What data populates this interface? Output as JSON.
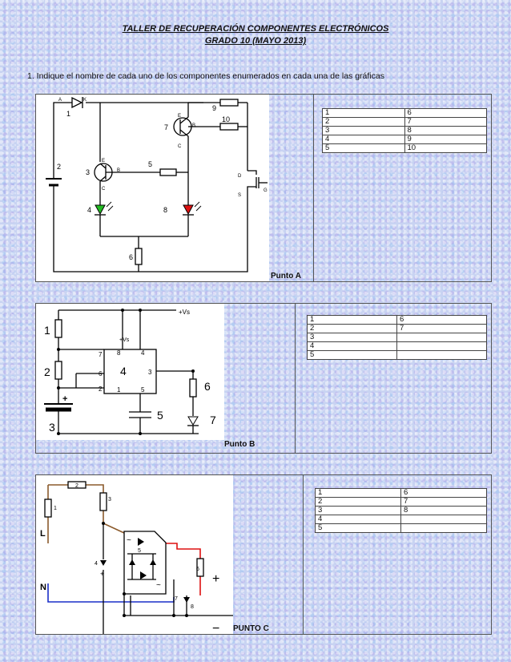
{
  "title_line1": "TALLER DE RECUPERACIÓN COMPONENTES ELECTRÓNICOS",
  "title_line2": "GRADO 10 (MAYO 2013)",
  "question": "1.   Indique el nombre de cada uno de los componentes enumerados en cada una de las gráficas",
  "panels": [
    {
      "label": "Punto A",
      "table": [
        [
          "1",
          "6"
        ],
        [
          "2",
          "7"
        ],
        [
          "3",
          "8"
        ],
        [
          "4",
          "9"
        ],
        [
          "5",
          "10"
        ]
      ],
      "diagram_text": {
        "a": "A",
        "k": "K",
        "n1": "1",
        "n2": "2",
        "n3": "3",
        "n4": "4",
        "n5": "5",
        "n6": "6",
        "n7": "7",
        "n8": "8",
        "n9": "9",
        "n10": "10",
        "e1": "E",
        "b1": "B",
        "c1": "C",
        "e2": "E",
        "b2": "B",
        "c2": "C",
        "d": "D",
        "s": "S",
        "g": "G"
      }
    },
    {
      "label": "Punto B",
      "table": [
        [
          "1",
          "6"
        ],
        [
          "2",
          "7"
        ],
        [
          "3",
          ""
        ],
        [
          "4",
          ""
        ],
        [
          "5",
          ""
        ]
      ],
      "diagram_text": {
        "vs1": "+Vs",
        "vs2": "+Vs",
        "n1": "1",
        "n2": "2",
        "n3": "3",
        "n4": "4",
        "n5": "5",
        "n6": "6",
        "n7": "7",
        "p7": "7",
        "p8": "8",
        "p4": "4",
        "p6": "6",
        "p2": "2",
        "p1": "1",
        "p5": "5",
        "p3": "3",
        "plus": "+"
      }
    },
    {
      "label": "PUNTO C",
      "table": [
        [
          "1",
          "6"
        ],
        [
          "2",
          "7"
        ],
        [
          "3",
          "8"
        ],
        [
          "4",
          ""
        ],
        [
          "5",
          ""
        ]
      ],
      "diagram_text": {
        "n1": "1",
        "n2": "2",
        "n3": "3",
        "n4": "4",
        "n5": "5",
        "n6": "6",
        "n7": "7",
        "n8": "8",
        "L": "L",
        "N": "N",
        "plus1": "+",
        "plus2": "+",
        "minus": "−",
        "ac1": "~",
        "ac2": "~"
      }
    }
  ]
}
